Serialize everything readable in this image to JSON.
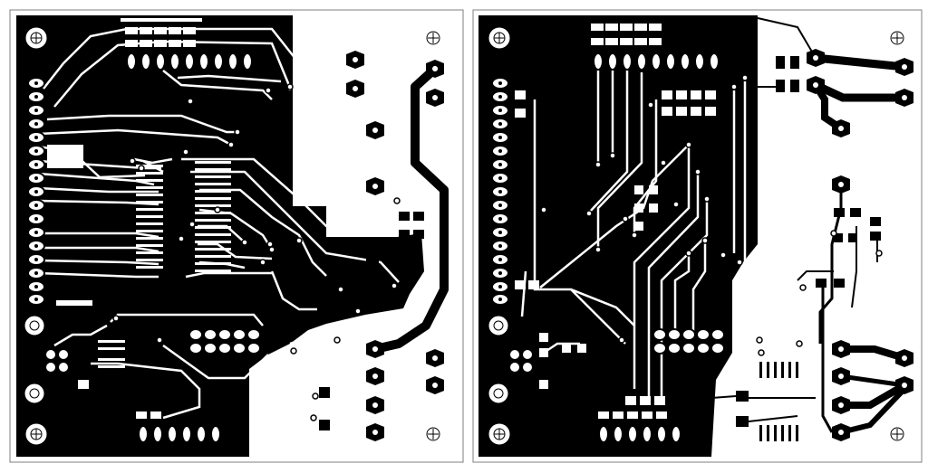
{
  "layers": [
    {
      "id": "bottom",
      "view": "left"
    },
    {
      "id": "top",
      "view": "right"
    }
  ],
  "colors": {
    "copper": "#000000",
    "board": "#ffffff",
    "outline": "#7f7f7f"
  }
}
